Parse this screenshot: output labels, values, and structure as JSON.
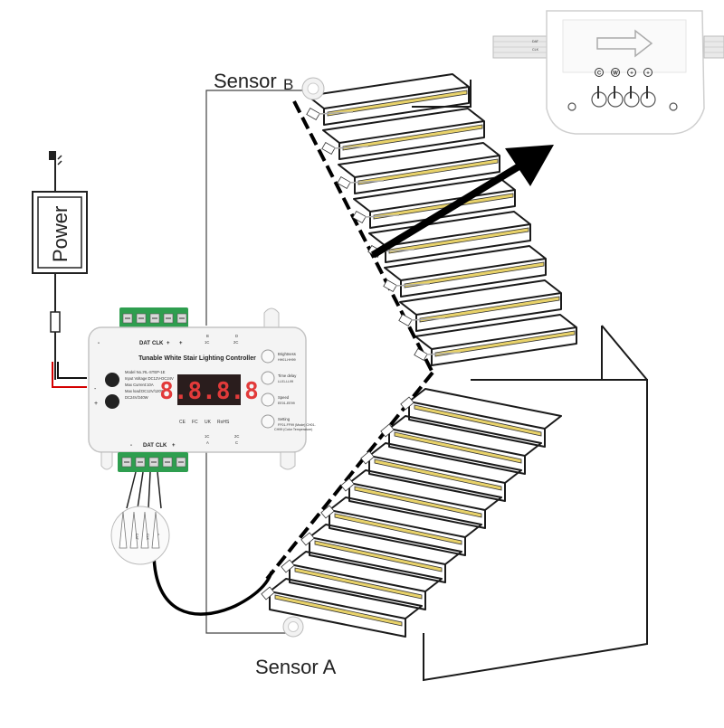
{
  "labels": {
    "power": "Power",
    "sensor_b": "Sensor",
    "sensor_b_letter": "B",
    "sensor_a": "Sensor A"
  },
  "controller": {
    "title": "Tunable White Stair Lighting Controller",
    "display": "8.8.8.8",
    "specs": [
      "Model No.:RL-STEP-1E",
      "Input Voltage:DC12V-DC24V",
      "Max Current:10A",
      "Max load:DC12V/120W",
      "DC24V/240W"
    ],
    "top_terminal_labels": [
      "-",
      "DAT",
      "CLK",
      "+",
      "+"
    ],
    "bottom_terminal_labels": [
      "-",
      "DAT",
      "CLK",
      "+"
    ],
    "port_labels": [
      "B",
      "1C",
      "D",
      "2C",
      "1C",
      "A",
      "2C",
      "C"
    ],
    "buttons": [
      {
        "name": "Brightness",
        "range": "HH01-HH99"
      },
      {
        "name": "Time delay",
        "range": "LL01-LL99"
      },
      {
        "name": "Speed",
        "range": "EE01-EE99"
      },
      {
        "name": "Setting",
        "range": "FF01-FF99 (Mode) CH01-CH99 (Color Temperature)"
      }
    ]
  },
  "wire_label": [
    "DAT",
    "CLK",
    "+"
  ],
  "connector": {
    "symbols": [
      "C",
      "W",
      "+",
      "+"
    ],
    "side_text": [
      "DAT",
      "CLK"
    ]
  },
  "colors": {
    "wire": "#000000",
    "red_wire": "#d40000",
    "led_strip": "#e8d26a",
    "terminal": "#2e9e4f",
    "display_bg": "#2a1d1d",
    "display_digits": "#e23a3a",
    "stair_line": "#1a1a1a"
  }
}
